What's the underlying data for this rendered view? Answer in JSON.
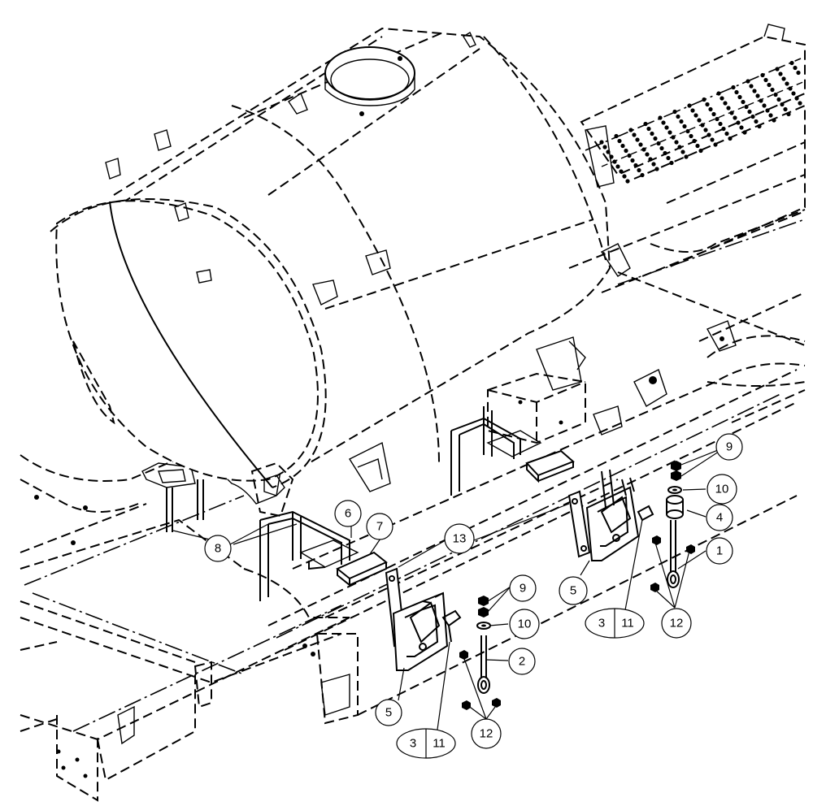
{
  "callouts": {
    "c1": "1",
    "c2": "2",
    "c3a": "3",
    "c3b": "3",
    "c4": "4",
    "c5a": "5",
    "c5b": "5",
    "c6": "6",
    "c7": "7",
    "c8": "8",
    "c9a": "9",
    "c9b": "9",
    "c10a": "10",
    "c10b": "10",
    "c11a": "11",
    "c11b": "11",
    "c12a": "12",
    "c12b": "12",
    "c13": "13"
  }
}
